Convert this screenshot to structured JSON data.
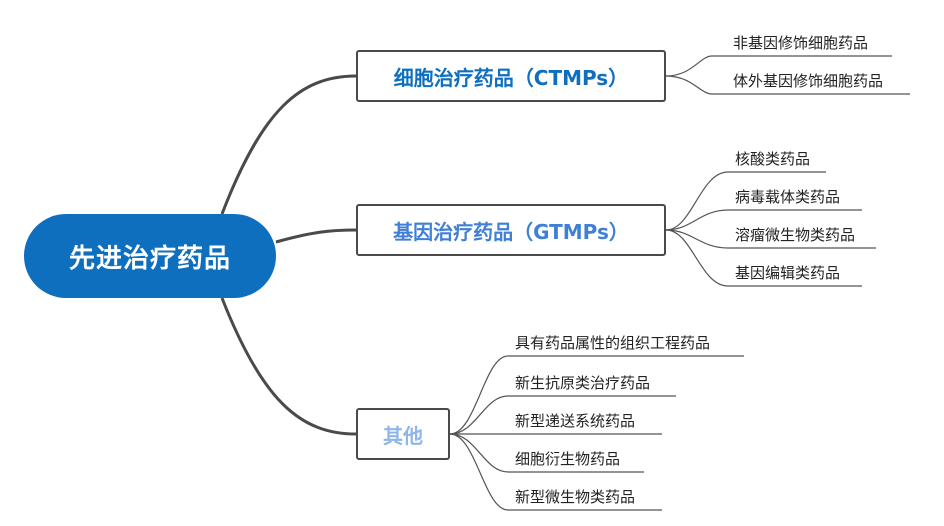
{
  "root": {
    "label": "先进治疗药品",
    "color": "#0e6fbe"
  },
  "branches": [
    {
      "label": "细胞治疗药品（CTMPs）",
      "color": "#0e6fbe",
      "leaves": [
        "非基因修饰细胞药品",
        "体外基因修饰细胞药品"
      ]
    },
    {
      "label": "基因治疗药品（GTMPs）",
      "color": "#3f7fd6",
      "leaves": [
        "核酸类药品",
        "病毒载体类药品",
        "溶瘤微生物类药品",
        "基因编辑类药品"
      ]
    },
    {
      "label": "其他",
      "color": "#8fb6ea",
      "leaves": [
        "具有药品属性的组织工程药品",
        "新生抗原类治疗药品",
        "新型递送系统药品",
        "细胞衍生物药品",
        "新型微生物类药品"
      ]
    }
  ],
  "line_color": "#4a4a4a"
}
